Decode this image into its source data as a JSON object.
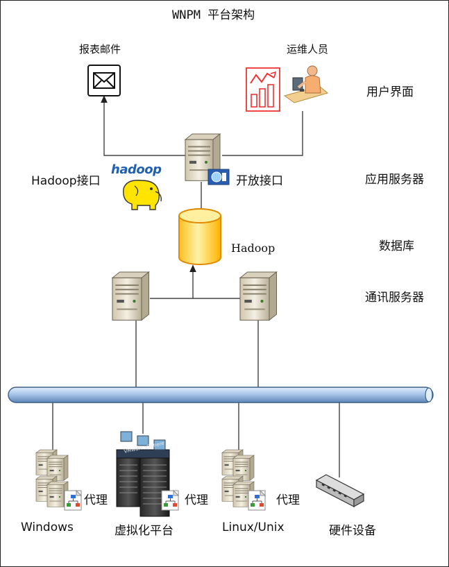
{
  "title": "WNPM 平台架构",
  "top_nodes": {
    "email": "报表邮件",
    "operator": "运维人员"
  },
  "app_server": {
    "left_label": "Hadoop接口",
    "right_label": "开放接口",
    "logo_text": "hadoop"
  },
  "database": {
    "label": "Hadoop"
  },
  "layers": {
    "user_interface": "用户界面",
    "app_server": "应用服务器",
    "database": "数据库",
    "comm_server": "通讯服务器"
  },
  "bottom_nodes": [
    {
      "name": "Windows",
      "agent": "代理"
    },
    {
      "name": "虚拟化平台",
      "agent": "代理"
    },
    {
      "name": "Linux/Unix",
      "agent": "代理"
    },
    {
      "name": "硬件设备"
    }
  ],
  "vmware_text": "VMware vSphere",
  "colors": {
    "bus": "#9cbbe0",
    "bus_stroke": "#3a5f8a",
    "db_fill": "#ffd24a",
    "db_stroke": "#e08a00",
    "server_body": "#e9e2cf",
    "server_stroke": "#6d6656",
    "chart_red": "#e33"
  }
}
